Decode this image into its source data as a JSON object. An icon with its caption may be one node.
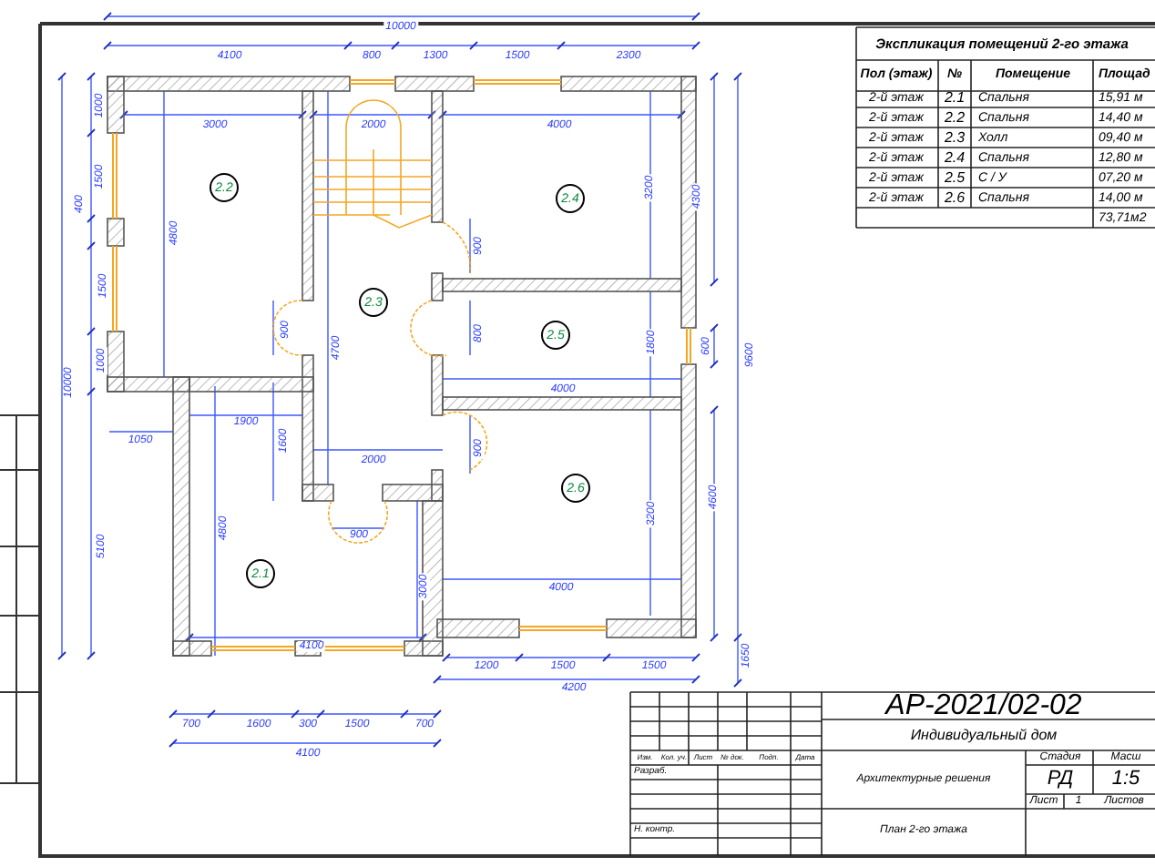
{
  "diagram": {
    "nodes": [
      {
        "text": [
          "2.2"
        ]
      },
      {
        "text": [
          "2.4"
        ]
      },
      {
        "text": [
          "2.3"
        ]
      },
      {
        "text": [
          "2.5"
        ]
      },
      {
        "text": [
          "2.6"
        ]
      },
      {
        "text": [
          "2.1"
        ]
      }
    ],
    "edges": [],
    "labels": [
      "10000",
      "4100",
      "800",
      "1300",
      "1500",
      "2300",
      "3000",
      "2000",
      "4000",
      "1000",
      "1500",
      "400",
      "4800",
      "1500",
      "1000",
      "10000",
      "1050",
      "1900",
      "1600",
      "900",
      "4700",
      "2000",
      "900",
      "4800",
      "5100",
      "3000",
      "4100",
      "3200",
      "4300",
      "900",
      "800",
      "1800",
      "600",
      "9600",
      "4000",
      "900",
      "3200",
      "4600",
      "4000",
      "1200",
      "1500",
      "1500",
      "4200",
      "1650",
      "700",
      "1600",
      "300",
      "1500",
      "700",
      "4100",
      "Экспликация помещений 2-го этажа",
      "Пол (этаж)",
      "№",
      "Помещение",
      "Площад",
      "2-й этаж",
      "2.1",
      "Спальня",
      "15,91 м",
      "2-й этаж",
      "2.2",
      "Спальня",
      "14,40 м",
      "2-й этаж",
      "2.3",
      "Холл",
      "09,40 м",
      "2-й этаж",
      "2.4",
      "Спальня",
      "12,80 м",
      "2-й этаж",
      "2.5",
      "С / У",
      "07,20 м",
      "2-й этаж",
      "2.6",
      "Спальня",
      "14,00 м",
      "73,71м2",
      "АР-2021/02-02",
      "Индивидуальный дом",
      "Изм.",
      "Кол. уч.",
      "Лист",
      "№ док.",
      "Подп.",
      "Дата",
      "Разраб.",
      "Архитектурные решения",
      "Стадия",
      "Масш",
      "РД",
      "1:5",
      "Лист",
      "1",
      "Листов",
      "Н. контр.",
      "План 2-го этажа"
    ]
  }
}
